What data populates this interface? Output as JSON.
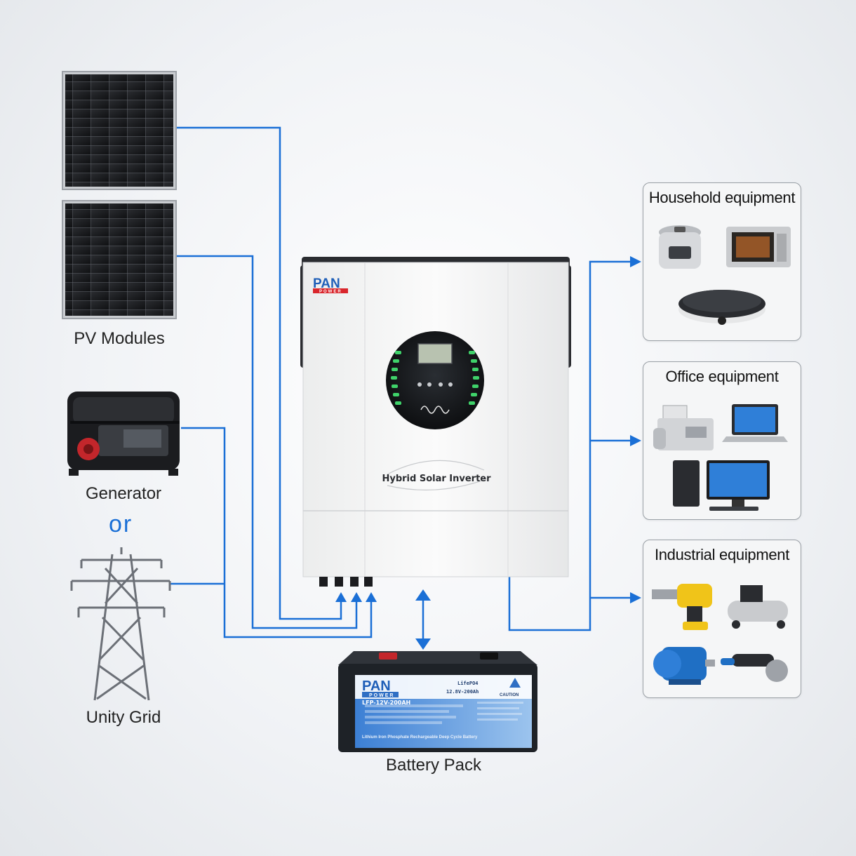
{
  "labels": {
    "pv": "PV Modules",
    "generator": "Generator",
    "or": "or",
    "grid": "Unity Grid",
    "battery": "Battery Pack"
  },
  "inverter": {
    "brand": "PAN",
    "brand_sub": "POWER",
    "product": "Hybrid Solar Inverter"
  },
  "battery_unit": {
    "brand": "PAN",
    "brand_sub": "POWER",
    "model": "LFP-12V-200AH",
    "chem": "LifePO4",
    "spec": "12.8V-200Ah",
    "caution": "CAUTION",
    "footer": "Lithium Iron Phosphate Rechargeable Deep Cycle Battery"
  },
  "equipment": [
    {
      "title": "Household equipment",
      "icons": [
        "rice-cooker-icon",
        "microwave-icon",
        "induction-cooker-icon"
      ]
    },
    {
      "title": "Office equipment",
      "icons": [
        "fax-machine-icon",
        "laptop-icon",
        "desktop-computer-icon"
      ]
    },
    {
      "title": "Industrial equipment",
      "icons": [
        "power-drill-icon",
        "air-compressor-icon",
        "electric-motor-icon",
        "angle-grinder-icon"
      ]
    }
  ],
  "colors": {
    "wire": "#1a6fd6",
    "inverter_body": "#f7f7f7",
    "battery_body": "#1e2227",
    "battery_label": "#2f6fc4",
    "brand_red": "#d9262c",
    "brand_blue": "#1f5fb8"
  }
}
